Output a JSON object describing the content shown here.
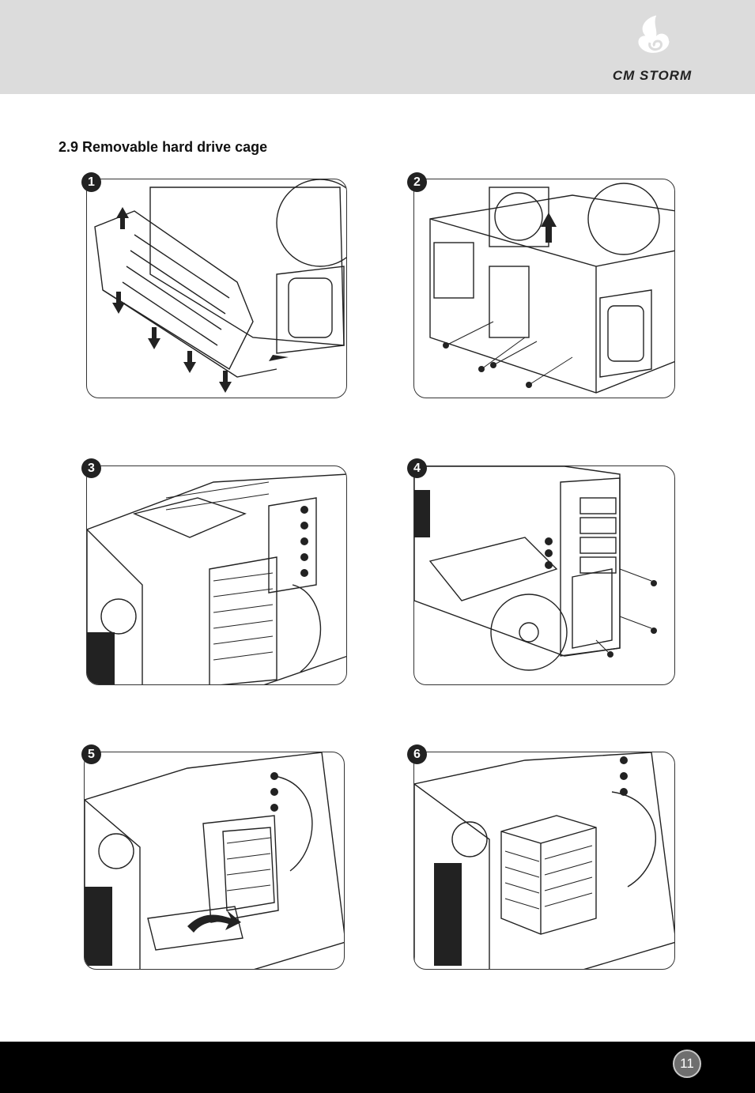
{
  "header": {
    "brand": "CM STORM",
    "logo_icon": "cm-storm-swirl-icon"
  },
  "section": {
    "title": "2.9  Removable hard drive cage"
  },
  "steps": [
    {
      "number": "1"
    },
    {
      "number": "2"
    },
    {
      "number": "3"
    },
    {
      "number": "4"
    },
    {
      "number": "5"
    },
    {
      "number": "6"
    }
  ],
  "footer": {
    "page_number": "11"
  }
}
